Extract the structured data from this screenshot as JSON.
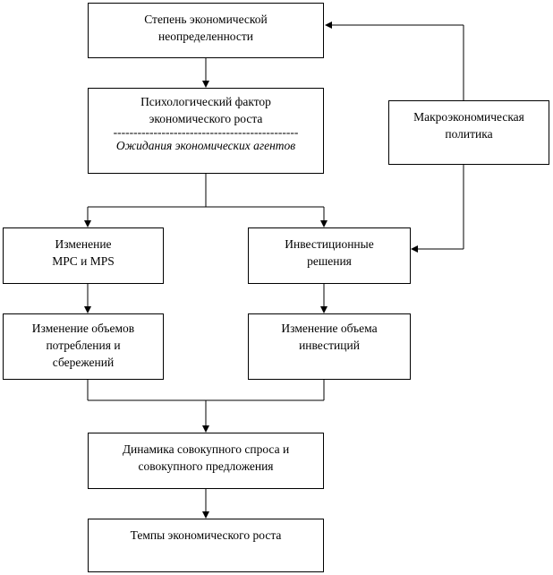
{
  "diagram": {
    "uncertainty": {
      "line1": "Степень экономической",
      "line2": "неопределенности"
    },
    "psych": {
      "line1": "Психологический фактор",
      "line2": "экономического роста",
      "divider": "----------------------------------------------",
      "line3": "Ожидания экономических агентов"
    },
    "macro": {
      "line1": "Макроэкономическая",
      "line2": "политика"
    },
    "mpc": {
      "line1": "Изменение",
      "line2": "MPC и MPS"
    },
    "invest_decisions": {
      "line1": "Инвестиционные",
      "line2": "решения"
    },
    "consumption": {
      "line1": "Изменение объемов",
      "line2": "потребления и",
      "line3": "сбережений"
    },
    "invest_volume": {
      "line1": "Изменение объема",
      "line2": "инвестиций"
    },
    "dynamics": {
      "line1": "Динамика совокупного спроса и",
      "line2": "совокупного предложения"
    },
    "growth": {
      "line1": "Темпы экономического роста"
    }
  }
}
